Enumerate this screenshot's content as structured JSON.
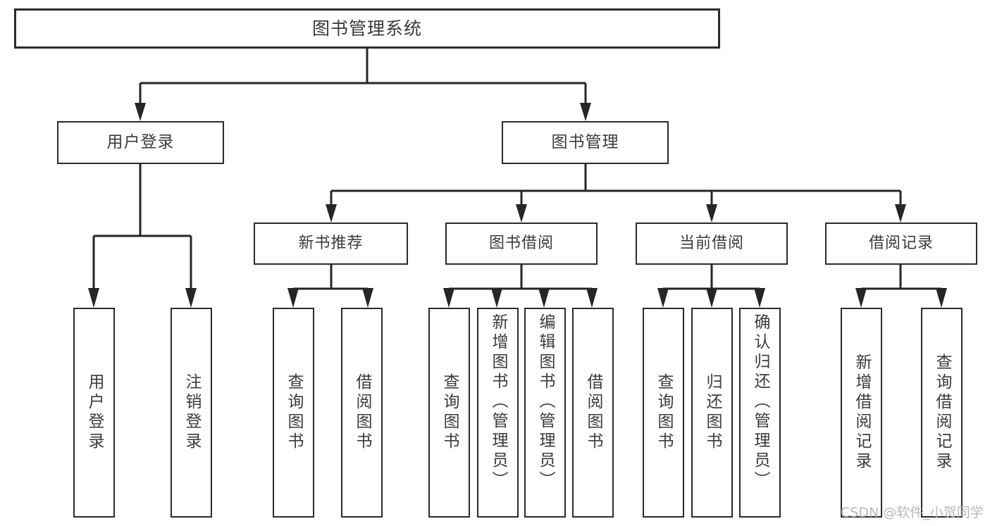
{
  "diagram": {
    "title": "图书管理系统",
    "type": "tree",
    "nodes": {
      "root": {
        "label": "图书管理系统"
      },
      "level2": [
        {
          "id": "user-login",
          "label": "用户登录"
        },
        {
          "id": "book-manage",
          "label": "图书管理"
        }
      ],
      "level3": [
        {
          "id": "new-book-recommend",
          "label": "新书推荐"
        },
        {
          "id": "book-borrow",
          "label": "图书借阅"
        },
        {
          "id": "current-borrow",
          "label": "当前借阅"
        },
        {
          "id": "borrow-record",
          "label": "借阅记录"
        }
      ],
      "leaves": {
        "user-login": [
          {
            "id": "leaf-user-login",
            "label": "用户登录"
          },
          {
            "id": "leaf-logout-login",
            "label": "注销登录"
          }
        ],
        "new-book-recommend": [
          {
            "id": "leaf-query-book-1",
            "label": "查询图书"
          },
          {
            "id": "leaf-borrow-book-1",
            "label": "借阅图书"
          }
        ],
        "book-borrow": [
          {
            "id": "leaf-query-book-2",
            "label": "查询图书"
          },
          {
            "id": "leaf-add-book",
            "label": "新增图书（管理员）"
          },
          {
            "id": "leaf-edit-book",
            "label": "编辑图书（管理员）"
          },
          {
            "id": "leaf-borrow-book-2",
            "label": "借阅图书"
          }
        ],
        "current-borrow": [
          {
            "id": "leaf-query-book-3",
            "label": "查询图书"
          },
          {
            "id": "leaf-return-book",
            "label": "归还图书"
          },
          {
            "id": "leaf-confirm-return",
            "label": "确认归还（管理员）"
          }
        ],
        "borrow-record": [
          {
            "id": "leaf-add-record",
            "label": "新增借阅记录"
          },
          {
            "id": "leaf-query-record",
            "label": "查询借阅记录"
          }
        ]
      }
    },
    "colors": {
      "box_border": "#2b2b2b",
      "connector": "#262626",
      "text": "#3b3b3b",
      "background": "#ffffff",
      "watermark": "#b9b9b9"
    }
  },
  "watermark": {
    "text": "CSDN @软件_小贺同学"
  }
}
